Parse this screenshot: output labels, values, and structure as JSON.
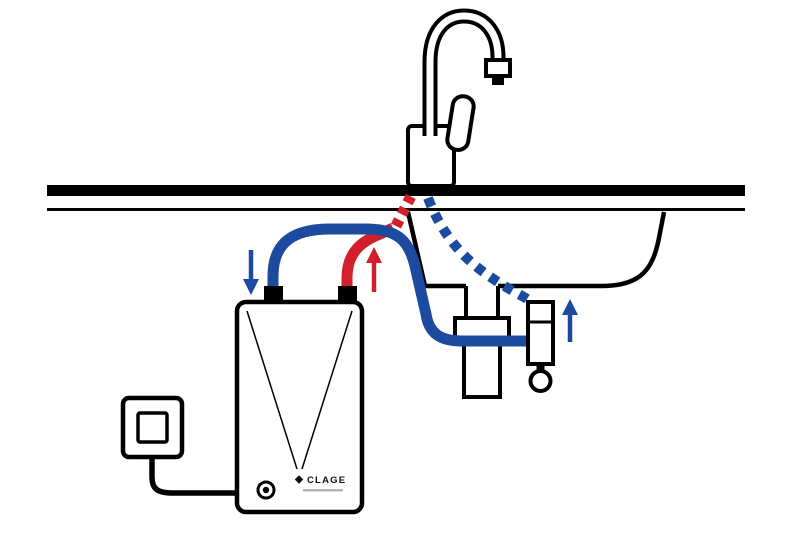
{
  "diagram": {
    "title": "under-sink-instant-water-heater-installation",
    "brand_label": "CLAGE",
    "colors": {
      "cold_water": "#1b4a9e",
      "hot_water": "#d11f2c",
      "outline": "#000000",
      "background": "#ffffff"
    },
    "parts": [
      {
        "id": "countertop",
        "label": "countertop"
      },
      {
        "id": "faucet",
        "label": "kitchen mixer faucet"
      },
      {
        "id": "sink-basin",
        "label": "sink basin"
      },
      {
        "id": "drain-trap",
        "label": "drain trap"
      },
      {
        "id": "angle-valve",
        "label": "corner valve with handle"
      },
      {
        "id": "water-heater",
        "label": "instant water heater"
      },
      {
        "id": "power-outlet",
        "label": "wall power socket"
      },
      {
        "id": "power-cable",
        "label": "power cable"
      },
      {
        "id": "cold-water-pipe",
        "label": "cold water supply pipe (solid blue)"
      },
      {
        "id": "hot-water-pipe",
        "label": "hot water outlet pipe (red)"
      },
      {
        "id": "hidden-hose",
        "label": "cold water hose behind sink (dashed blue)"
      }
    ],
    "flow_arrows": [
      {
        "id": "cold-into-heater",
        "direction": "down",
        "color": "cold_water"
      },
      {
        "id": "hot-to-faucet",
        "direction": "up",
        "color": "hot_water"
      },
      {
        "id": "cold-at-valve",
        "direction": "up",
        "color": "cold_water"
      }
    ]
  }
}
